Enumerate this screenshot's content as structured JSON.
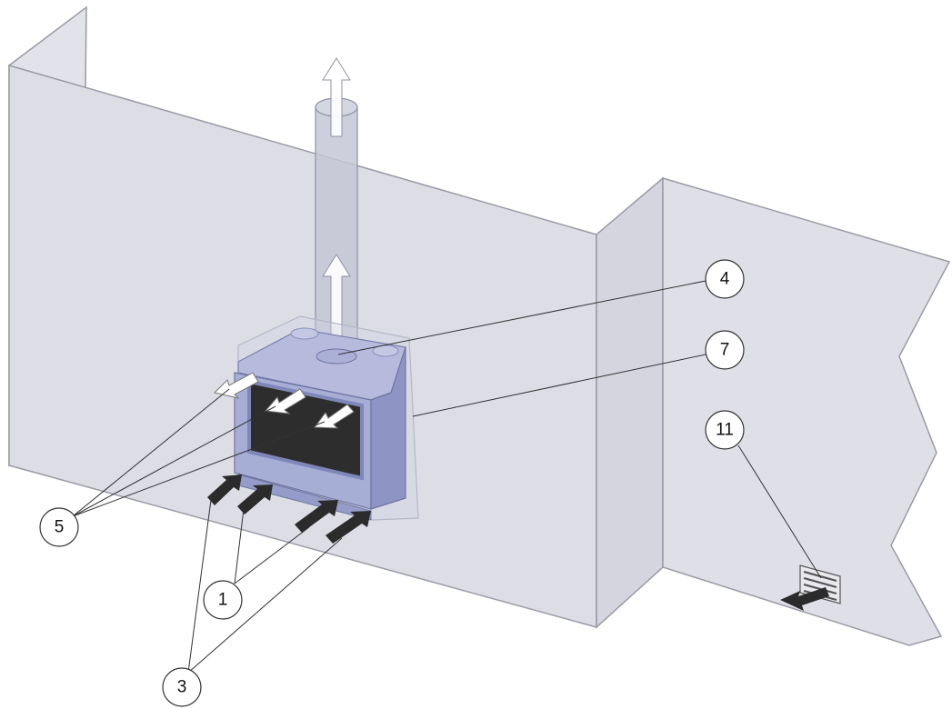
{
  "diagram": {
    "callouts": [
      {
        "id": "c1",
        "label": "1"
      },
      {
        "id": "c3",
        "label": "3"
      },
      {
        "id": "c4",
        "label": "4"
      },
      {
        "id": "c5",
        "label": "5"
      },
      {
        "id": "c7",
        "label": "7"
      },
      {
        "id": "c11",
        "label": "11"
      }
    ],
    "colors": {
      "wall_fill": "#dcdde5",
      "wall_stroke": "#9a9aa6",
      "stove_fill": "#a7aed6",
      "stove_dark": "#7f86b8",
      "glass": "#2d2d2d",
      "inlet_arrow": "#2b2b2b",
      "outlet_arrow": "#ffffff",
      "leader_line": "#333333"
    }
  }
}
